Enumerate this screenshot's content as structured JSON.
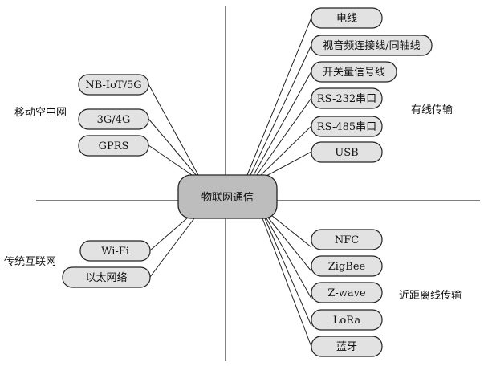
{
  "center": "物联网通信",
  "groups": {
    "mobile": {
      "label": "移动空中网",
      "items": [
        "NB-IoT/5G",
        "3G/4G",
        "GPRS"
      ]
    },
    "wired": {
      "label": "有线传输",
      "items": [
        "电线",
        "视音频连接线/同轴线",
        "开关量信号线",
        "RS-232串口",
        "RS-485串口",
        "USB"
      ]
    },
    "internet": {
      "label": "传统互联网",
      "items": [
        "Wi-Fi",
        "以太网络"
      ]
    },
    "shortrange": {
      "label": "近距离线传输",
      "items": [
        "NFC",
        "ZigBee",
        "Z-wave",
        "LoRa",
        "蓝牙"
      ]
    }
  }
}
